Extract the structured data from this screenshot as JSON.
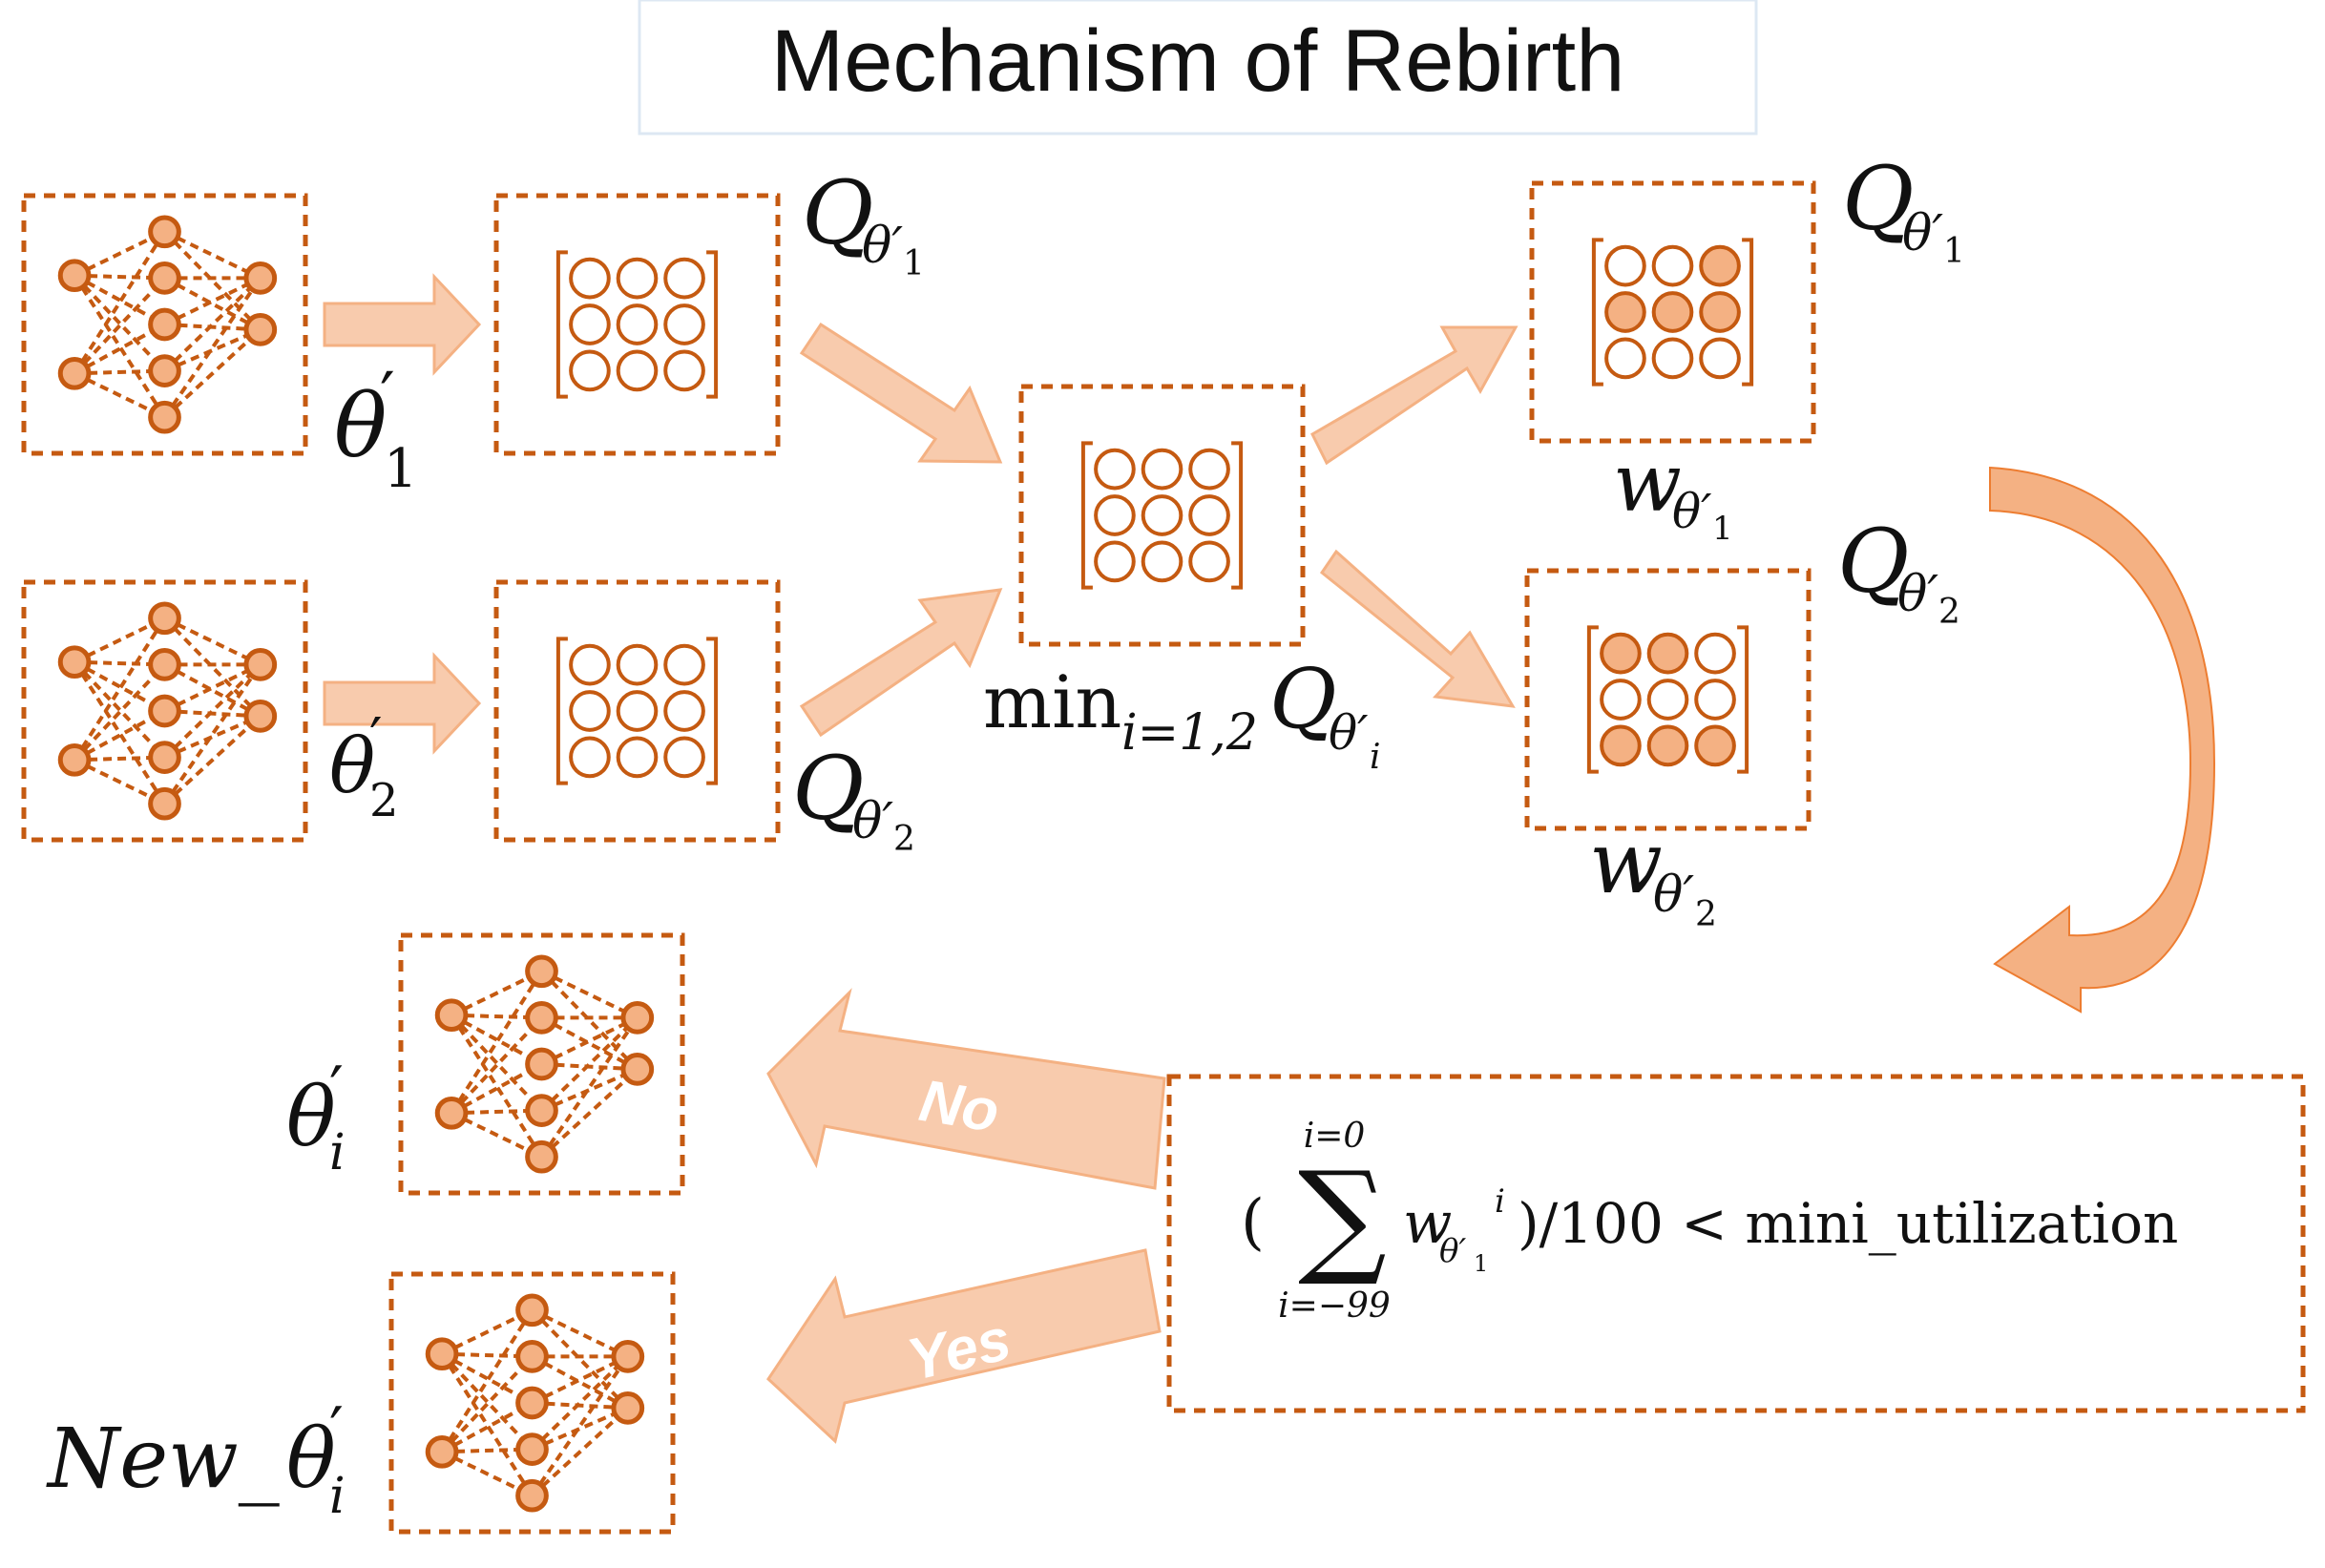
{
  "title": "Mechanism of Rebirth",
  "labels": {
    "theta1": {
      "base": "θ",
      "prime": "′",
      "sub": "1"
    },
    "theta2": {
      "base": "θ",
      "prime": "′",
      "sub": "2"
    },
    "q1_left": {
      "base": "Q",
      "sub": "θ′",
      "subsub": "1"
    },
    "q2_left": {
      "base": "Q",
      "sub": "θ′",
      "subsub": "2"
    },
    "q1_right": {
      "base": "Q",
      "sub": "θ′",
      "subsub": "1"
    },
    "q2_right": {
      "base": "Q",
      "sub": "θ′",
      "subsub": "2"
    },
    "min_q": {
      "op": "min",
      "op_sub": "i=1,2",
      "base": "Q",
      "sub": "θ′",
      "subsub": "i"
    },
    "w1": {
      "base": "w",
      "sub": "θ′",
      "subsub": "1"
    },
    "w2": {
      "base": "w",
      "sub": "θ′",
      "subsub": "2"
    },
    "theta_i": {
      "base": "θ",
      "prime": "′",
      "sub": "i"
    },
    "new_theta_i": {
      "prefix": "New_",
      "base": "θ",
      "prime": "′",
      "sub": "i"
    }
  },
  "condition": {
    "open_paren": "(",
    "sum_symbol": "∑",
    "upper": "i=0",
    "lower": "i=−99",
    "term_base": "w",
    "term_sub": "θ′",
    "term_subsub": "1",
    "term_sup": "i",
    "rest": ")/100 < mini_utilization"
  },
  "arrows": {
    "no_label": "No",
    "yes_label": "Yes"
  },
  "colors": {
    "dashed_border": "#c55a11",
    "node_stroke": "#c55a11",
    "node_fill": "#f4b183",
    "arrow_fill": "#f8cbad",
    "arrow_stroke": "#f4b183",
    "curve_arrow_fill": "#f4b183"
  },
  "matrices": {
    "input": [
      [
        0,
        0,
        0
      ],
      [
        0,
        0,
        0
      ],
      [
        0,
        0,
        0
      ]
    ],
    "min": [
      [
        0,
        0,
        0
      ],
      [
        0,
        0,
        0
      ],
      [
        0,
        0,
        0
      ]
    ],
    "w1": [
      [
        0,
        0,
        1
      ],
      [
        1,
        1,
        1
      ],
      [
        0,
        0,
        0
      ]
    ],
    "w2": [
      [
        1,
        1,
        0
      ],
      [
        0,
        0,
        0
      ],
      [
        1,
        1,
        1
      ]
    ]
  }
}
